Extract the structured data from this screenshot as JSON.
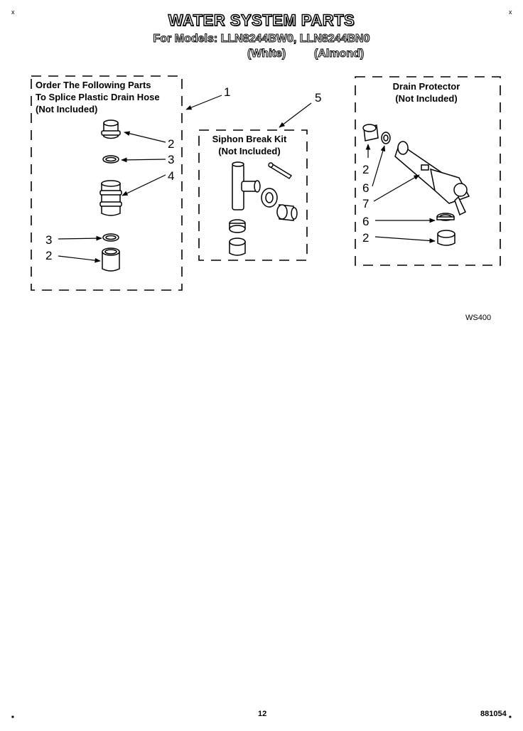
{
  "header": {
    "title": "WATER SYSTEM PARTS",
    "models": "For Models: LLN8244BW0, LLN8244BN0",
    "color_white": "(White)",
    "color_almond": "(Almond)"
  },
  "boxes": {
    "splice": {
      "line1": "Order The Following Parts",
      "line2": "To Splice Plastic Drain Hose",
      "line3": "(Not Included)"
    },
    "siphon": {
      "line1": "Siphon Break Kit",
      "line2": "(Not Included)"
    },
    "drain": {
      "line1": "Drain Protector",
      "line2": "(Not Included)"
    }
  },
  "callouts": {
    "splice_box": "1",
    "splice_top_cap": "2",
    "splice_top_clamp": "3",
    "splice_connector": "4",
    "splice_bottom_clamp": "3",
    "splice_bottom_cap": "2",
    "siphon_box": "5",
    "drain_cap_top": "2",
    "drain_ring_top": "6",
    "drain_body": "7",
    "drain_ring_bottom": "6",
    "drain_cap_bottom": "2"
  },
  "footer": {
    "diagram_code": "WS400",
    "page_number": "12",
    "doc_number": "881054"
  },
  "corner_marks": {
    "top_left": "x",
    "top_right": "x",
    "bottom_left": "■",
    "bottom_right": "■"
  }
}
